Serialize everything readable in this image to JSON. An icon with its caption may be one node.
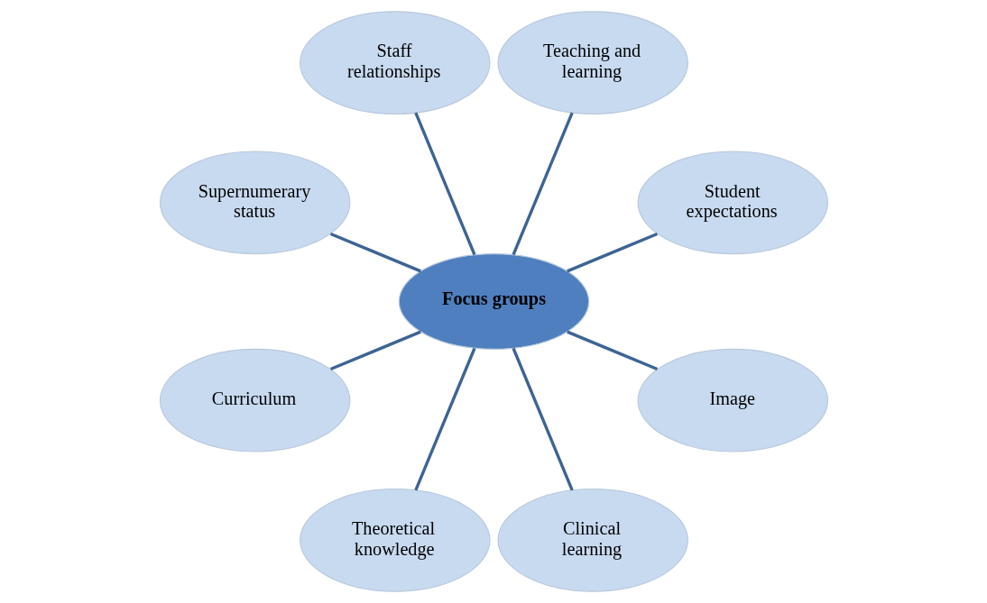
{
  "diagram": {
    "nodes": [
      {
        "text": [
          "Focus groups"
        ]
      },
      {
        "text": [
          "Student expectations"
        ]
      },
      {
        "text": [
          "Teaching and learning"
        ]
      },
      {
        "text": [
          "Staff relationships"
        ]
      },
      {
        "text": [
          "Supernumerary status"
        ]
      },
      {
        "text": [
          "Curriculum"
        ]
      },
      {
        "text": [
          "Theoretical knowledge"
        ]
      },
      {
        "text": [
          "Clinical learning"
        ]
      },
      {
        "text": [
          "Image"
        ]
      }
    ],
    "edges": [
      {
        "from": 0,
        "to": 1,
        "arrow": "none"
      },
      {
        "from": 0,
        "to": 3,
        "arrow": "none"
      },
      {
        "from": 0,
        "to": 5,
        "arrow": "none"
      },
      {
        "from": 0,
        "to": 8,
        "arrow": "none"
      },
      {
        "from": 0,
        "to": 7,
        "arrow": "none"
      },
      {
        "from": 0,
        "to": 6,
        "arrow": "none"
      },
      {
        "from": 0,
        "to": 4,
        "arrow": "none"
      },
      {
        "from": 0,
        "to": 2,
        "arrow": "none"
      }
    ]
  }
}
